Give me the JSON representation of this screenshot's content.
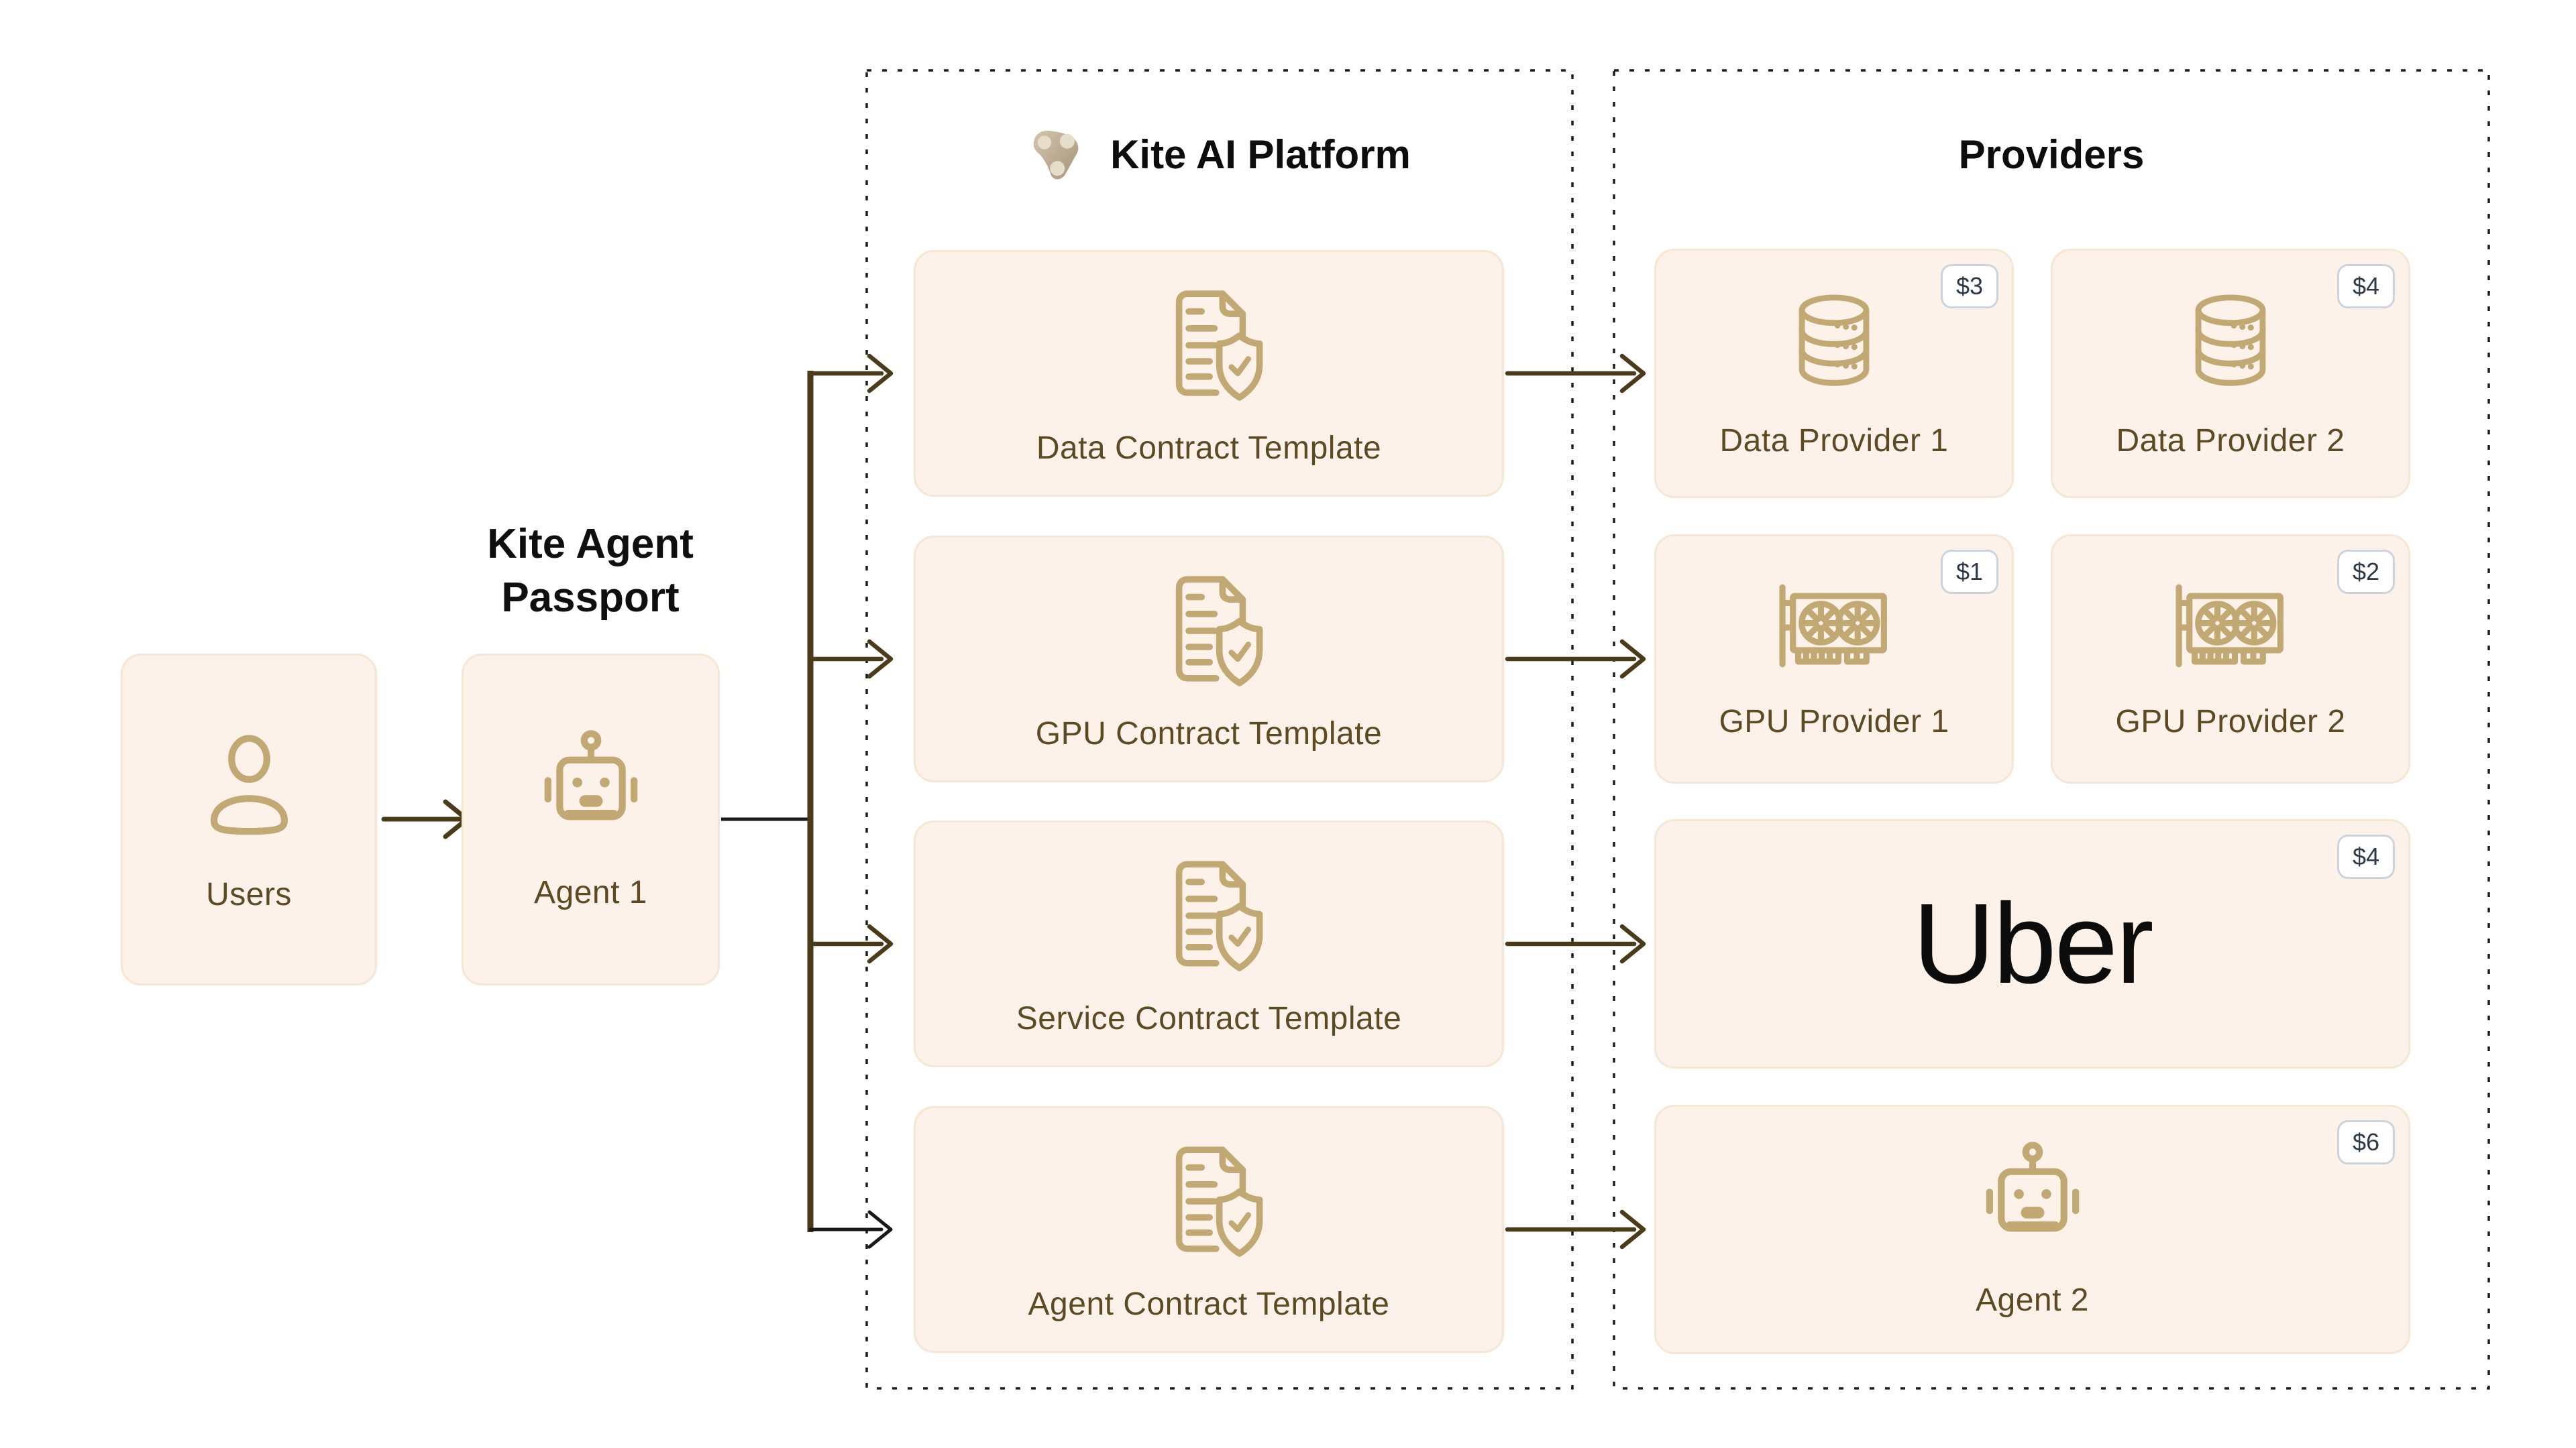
{
  "diagram": {
    "background": "#ffffff",
    "passport": {
      "line1": "Kite Agent",
      "line2": "Passport"
    },
    "nodes": {
      "users": {
        "label": "Users",
        "icon": "person-icon"
      },
      "agent1": {
        "label": "Agent 1",
        "icon": "robot-icon"
      }
    },
    "platform": {
      "title": "Kite AI Platform",
      "logo_icon": "kite-logo",
      "templates": [
        {
          "label": "Data Contract Template",
          "icon": "contract-shield-icon"
        },
        {
          "label": "GPU Contract Template",
          "icon": "contract-shield-icon"
        },
        {
          "label": "Service Contract Template",
          "icon": "contract-shield-icon"
        },
        {
          "label": "Agent Contract Template",
          "icon": "contract-shield-icon"
        }
      ]
    },
    "providers": {
      "title": "Providers",
      "cards": [
        {
          "label": "Data Provider 1",
          "price": "$3",
          "icon": "database-icon"
        },
        {
          "label": "Data Provider 2",
          "price": "$4",
          "icon": "database-icon"
        },
        {
          "label": "GPU Provider 1",
          "price": "$1",
          "icon": "gpu-icon"
        },
        {
          "label": "GPU Provider 2",
          "price": "$2",
          "icon": "gpu-icon"
        },
        {
          "label": "Uber",
          "price": "$4",
          "icon": "uber-wordmark"
        },
        {
          "label": "Agent 2",
          "price": "$6",
          "icon": "robot-icon"
        }
      ]
    },
    "colors": {
      "card_bg": "#fdf2e9",
      "card_border": "#f6e6d3",
      "icon_gold": "#c2a873",
      "label_brown": "#5b4a22",
      "heading_black": "#0d0d0d",
      "arrow_olive": "#4b3b1a",
      "arrow_black": "#191919",
      "badge_border": "#cbd3de",
      "badge_text": "#2e3947"
    }
  }
}
